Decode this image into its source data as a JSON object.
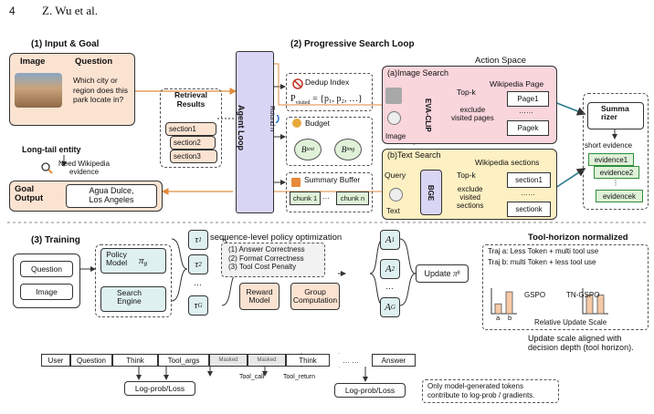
{
  "header": {
    "page_number": "4",
    "authors": "Z. Wu et al."
  },
  "input_goal": {
    "title": "(1) Input & Goal",
    "image_label": "Image",
    "question_label": "Question",
    "question_text": [
      "Which city or",
      "region does this",
      "park locate in?"
    ],
    "retrieval_title": [
      "Retrieval",
      "Results"
    ],
    "sections": [
      "section1",
      "section2",
      "section3"
    ],
    "long_tail": "Long-tail entity",
    "need_wiki": [
      "Need Wikipedia",
      "evidence"
    ],
    "goal_label": [
      "Goal",
      "Output"
    ],
    "goal_value": [
      "Agua Dulce,",
      "Los Angeles"
    ]
  },
  "search_loop": {
    "title": "(2) Progressive Search Loop",
    "agent_loop": "Agent Loop",
    "round": "Round n",
    "dedup_title": "Dedup Index",
    "dedup_formula": "P",
    "dedup_sub": "visited",
    "dedup_set": " = {p₁, p₂, …}",
    "budget_title": "Budget",
    "budget_b": "B",
    "budget_text_sub": "text",
    "budget_img_sub": "img",
    "summary_buffer_title": "Summary Buffer",
    "chunk_first": "chunk 1",
    "chunk_dots": "…",
    "chunk_last": "chunk n",
    "action_space": "Action Space",
    "image_search_title": "(a)Image Search",
    "wiki_page": "Wikipedia Page",
    "eva_clip": "EVA-CLIP",
    "topk": "Top-k",
    "exclude_pages": [
      "exclude",
      "visited pages"
    ],
    "page1": "Page1",
    "pagek": "Pagek",
    "dots": "……",
    "image_small": "Image",
    "wiki_logo": "WIKIPEDIA",
    "text_search_title": "(b)Text Search",
    "wiki_sections": "Wikipedia sections",
    "query": "Query",
    "bge": "BGE",
    "exclude_sections": [
      "exclude",
      "visited",
      "sections"
    ],
    "section1": "section1",
    "sectionk": "sectionk",
    "text_small": "Text",
    "summarizer": [
      "Summa",
      "rizer"
    ],
    "short_evidence": "short evidence",
    "evidence": [
      "evidence1",
      "evidence2",
      "evidencek"
    ],
    "vdots": "⋮"
  },
  "training": {
    "title": "(3) Training",
    "seq_policy": "sequence-level policy optimization",
    "question": "Question",
    "image": "Image",
    "policy_model": [
      "Policy",
      "Model"
    ],
    "pi": "π",
    "theta": "θ",
    "search_engine": [
      "Search",
      "Engine"
    ],
    "tau": "τ",
    "tau_subs": [
      "1",
      "2",
      "G"
    ],
    "ellipsis": "…",
    "criteria": [
      "(1) Answer Correctness",
      "(2) Format Correctness",
      "(3) Tool Cost Penalty"
    ],
    "reward_model": [
      "Reward",
      "Model"
    ],
    "group_computation": [
      "Group",
      "Computation"
    ],
    "adv": "A",
    "adv_subs": [
      "1",
      "2",
      "G"
    ],
    "update": "Update",
    "tool_horizon_title": "Tool-horizon normalized",
    "traj_a": "Traj a: Less Token + multi tool use",
    "traj_b": "Traj b: multi Token + less tool use",
    "gspo": "GSPO",
    "tn_gspo": "TN-GSPO",
    "bar_a": "a",
    "bar_b": "b",
    "rel_update": "Relative Update Scale",
    "update_note": [
      "Update scale aligned with",
      "decision depth (tool horizon)."
    ],
    "tokens": [
      "User",
      "Question",
      "Think",
      "Tool_args",
      "Masked",
      "Masked",
      "Think",
      "…  …",
      "Answer"
    ],
    "tool_call": "Tool_call",
    "tool_return": "Tool_return",
    "logprob": "Log-prob/Loss",
    "only_note": [
      "Only model-generated tokens",
      "contribute to log-prob / gradients."
    ]
  },
  "colors": {
    "peach": "#fbe3d2",
    "pink": "#f9d5dc",
    "yellow": "#fdf0c3",
    "lavender": "#d9d5f5",
    "teal_edge": "#2a7a8a",
    "green_edge": "#2f8f3a",
    "orange_arrow": "#e08a3c"
  },
  "chart_data": [
    {
      "type": "bar",
      "title": "GSPO",
      "categories": [
        "a",
        "b"
      ],
      "values": [
        0.45,
        1.0
      ]
    },
    {
      "type": "bar",
      "title": "TN-GSPO",
      "categories": [
        "a",
        "b"
      ],
      "values": [
        0.85,
        0.85
      ]
    }
  ]
}
